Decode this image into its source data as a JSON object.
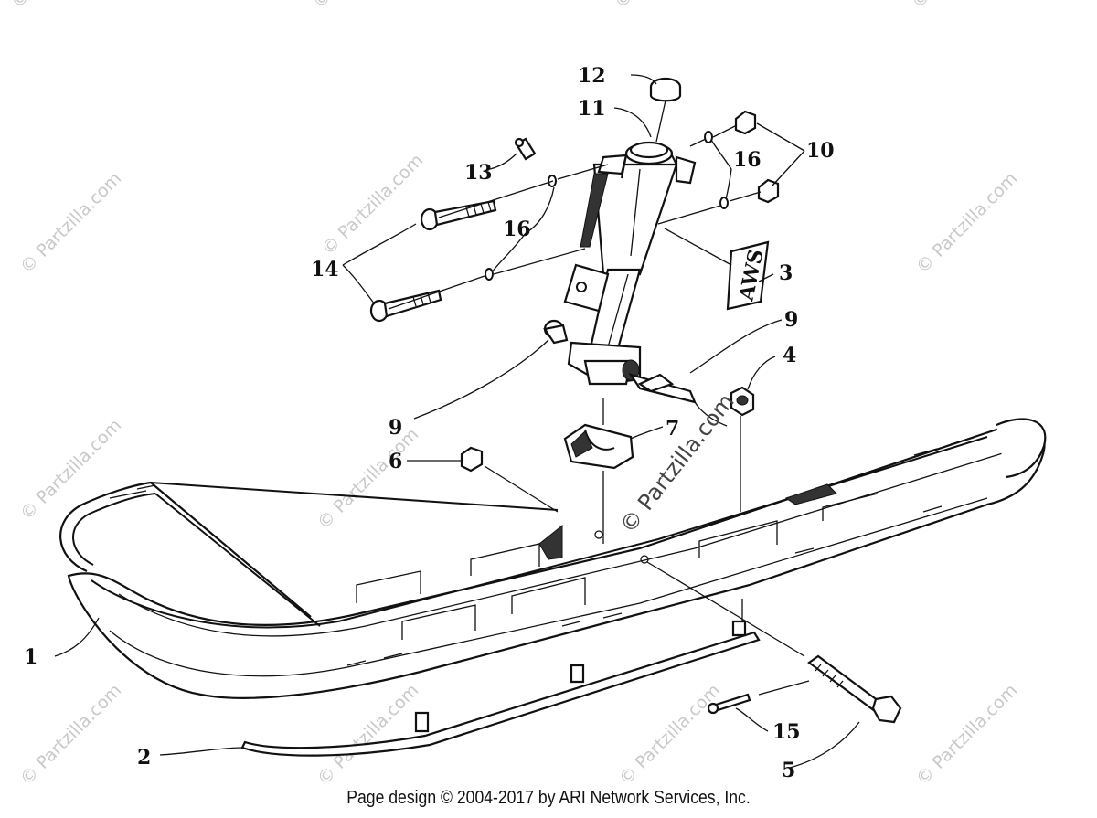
{
  "callouts": [
    {
      "id": "1",
      "label": "1"
    },
    {
      "id": "2",
      "label": "2"
    },
    {
      "id": "3",
      "label": "3"
    },
    {
      "id": "4",
      "label": "4"
    },
    {
      "id": "5",
      "label": "5"
    },
    {
      "id": "6",
      "label": "6"
    },
    {
      "id": "7",
      "label": "7"
    },
    {
      "id": "9a",
      "label": "9"
    },
    {
      "id": "9b",
      "label": "9"
    },
    {
      "id": "10",
      "label": "10"
    },
    {
      "id": "11",
      "label": "11"
    },
    {
      "id": "12",
      "label": "12"
    },
    {
      "id": "13",
      "label": "13"
    },
    {
      "id": "14",
      "label": "14"
    },
    {
      "id": "15",
      "label": "15"
    },
    {
      "id": "16a",
      "label": "16"
    },
    {
      "id": "16b",
      "label": "16"
    }
  ],
  "decal_text": "AWS",
  "watermark": "© Partzilla.com",
  "center_watermark": "© Partzilla.com",
  "footer": "Page design © 2004-2017 by ARI Network Services, Inc."
}
